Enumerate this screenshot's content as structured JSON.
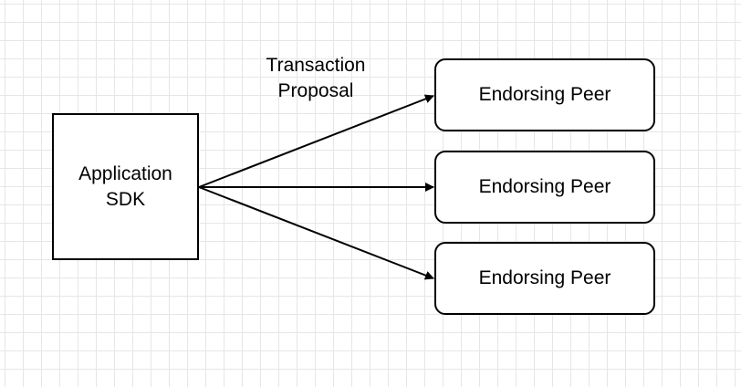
{
  "diagram": {
    "application": {
      "line1": "Application",
      "line2": "SDK"
    },
    "edge_label": {
      "line1": "Transaction",
      "line2": "Proposal"
    },
    "peers": [
      {
        "label": "Endorsing Peer"
      },
      {
        "label": "Endorsing Peer"
      },
      {
        "label": "Endorsing Peer"
      }
    ]
  },
  "colors": {
    "background": "#ffffff",
    "grid": "#e6e6e6",
    "stroke": "#000000"
  }
}
